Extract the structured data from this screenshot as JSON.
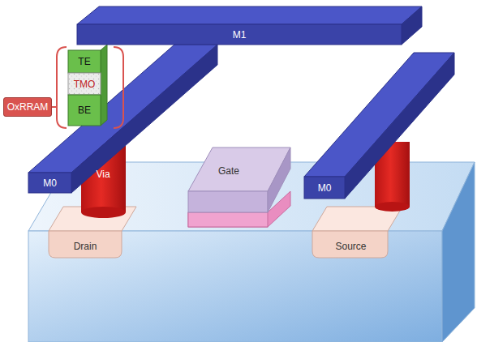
{
  "diagram": {
    "nodes": [
      {
        "text": [
          "M1"
        ]
      },
      {
        "text": [
          "TE"
        ]
      },
      {
        "text": [
          "TMO"
        ]
      },
      {
        "text": [
          "BE"
        ]
      },
      {
        "text": [
          "OxRRAM"
        ]
      },
      {
        "text": [
          "M0"
        ]
      },
      {
        "text": [
          "M0"
        ]
      },
      {
        "text": [
          "Via"
        ]
      },
      {
        "text": [
          "Gate"
        ]
      },
      {
        "text": [
          "Drain"
        ]
      },
      {
        "text": [
          "Source"
        ]
      }
    ]
  }
}
